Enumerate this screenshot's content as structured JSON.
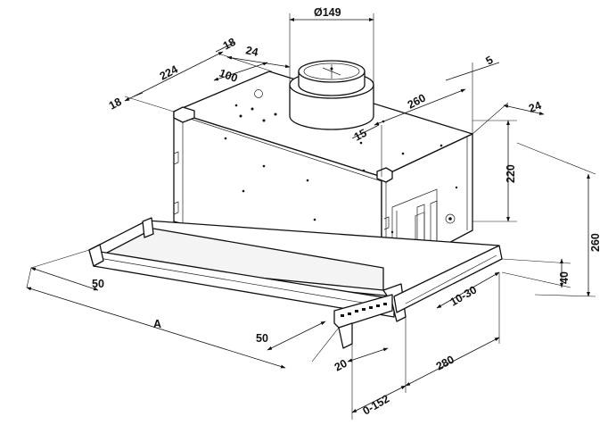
{
  "dimensions": {
    "duct_diameter": "Ø149",
    "top_edge_offset": "18",
    "duct_offset_x": "24",
    "duct_offset_y": "100",
    "depth_224": "224",
    "side_offset_18": "18",
    "top_5": "5",
    "body_depth": "260",
    "side_24": "24",
    "duct_15": "15",
    "body_height": "220",
    "total_height": "260",
    "front_40": "40",
    "extension": "10-30",
    "left_margin": "50",
    "width": "A",
    "right_margin": "50",
    "front_20": "20",
    "depth_280": "280",
    "pullout": "0-152"
  }
}
